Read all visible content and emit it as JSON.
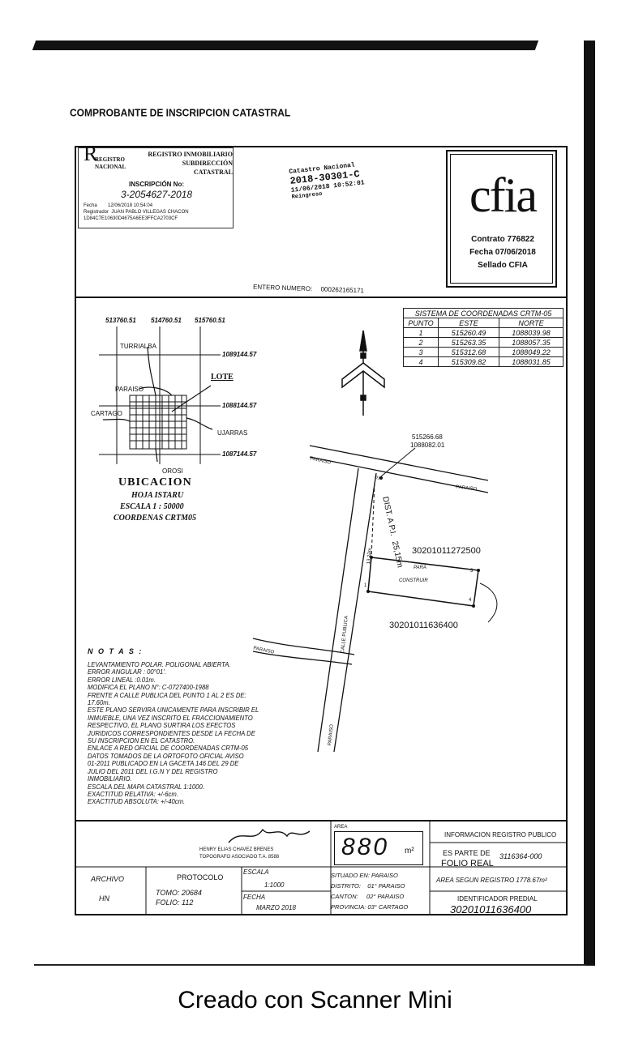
{
  "title": "COMPROBANTE DE INSCRIPCION CATASTRAL",
  "registro": {
    "logo_text": "REGISTRO NACIONAL",
    "heading": "REGISTRO INMOBILIARIO",
    "sub1": "SUBDIRECCIÓN",
    "sub2": "CATASTRAL",
    "inscripcion_label": "INSCRIPCIÓN No:",
    "inscripcion_no": "3-2054627-2018",
    "fecha_line": "Fecha        12/06/2018 10:54:04",
    "registrador_line": "Registrador  JUAN PABLO VILLEGAS CHACON",
    "hash_line": "1D84C7E10630D4675A6EE3FFCA2703CF"
  },
  "catastro_stamp": {
    "line1": "Catastro Nacional",
    "line2": "2018-30301-C",
    "line3": "11/06/2018 10:52:01",
    "line4": "Reingreso"
  },
  "cfia": {
    "logo": "cfia",
    "contrato": "Contrato 776822",
    "fecha": "Fecha 07/06/2018",
    "sellado": "Sellado CFIA"
  },
  "entero": {
    "label": "ENTERO NUMERO:",
    "value": "000262165171"
  },
  "sistema": {
    "title": "SISTEMA DE COORDENADAS CRTM-05",
    "headers": [
      "PUNTO",
      "ESTE",
      "NORTE"
    ],
    "rows": [
      [
        "1",
        "515260.49",
        "1088039.98"
      ],
      [
        "2",
        "515263.35",
        "1088057.35"
      ],
      [
        "3",
        "515312.68",
        "1088049.22"
      ],
      [
        "4",
        "515309.82",
        "1088031.85"
      ]
    ]
  },
  "location_map": {
    "x_coords": [
      "513760.51",
      "514760.51",
      "515760.51"
    ],
    "y_coords": [
      "1089144.57",
      "1088144.57",
      "1087144.57"
    ],
    "places": {
      "turrialba": "TURRIALBA",
      "paraiso": "PARAISO",
      "cartago": "CARTAGO",
      "ujarras": "UJARRAS",
      "orosi": "OROSI"
    },
    "lote": "LOTE",
    "ubicacion": "UBICACION",
    "hoja": "HOJA ISTARU",
    "escala": "ESCALA 1 : 50000",
    "coordenadas": "COORDENAS CRTM05"
  },
  "site_plan": {
    "pi_coord_e": "515266.68",
    "pi_coord_n": "1088082.01",
    "pi_label": "P.I.",
    "dist_label": "DIST. A P.I.",
    "dist_value": "25,15m",
    "frente": "13.23m",
    "lot_top_id": "30201011272500",
    "lot_bottom_id": "30201011636400",
    "para": "PARA",
    "construir": "CONSTRUIR",
    "paraiso": "PARAISO",
    "calle": "CALLE PUBLICA",
    "points": [
      "1",
      "2",
      "3",
      "4"
    ]
  },
  "notas": {
    "heading": "N O T A S :",
    "body": "LEVANTAMIENTO POLAR. POLIGONAL ABIERTA.\nERROR ANGULAR : 00°01'.\nERROR LINEAL :0.01m.\nMODIFICA EL PLANO N°: C-0727400-1988\nFRENTE A CALLE PUBLICA DEL PUNTO 1 AL 2 ES DE:\n17.60m.\nESTE PLANO SERVIRA UNICAMENTE PARA INSCRIBIR EL\nINMUEBLE, UNA VEZ INSCRITO EL FRACCIONAMIENTO\nRESPECTIVO, EL PLANO SURTIRA LOS EFECTOS\nJURIDICOS CORRESPONDIENTES DESDE LA FECHA DE\nSU INSCRIPCION EN EL CATASTRO.\nENLACE A RED OFICIAL DE COORDENADAS CRTM-05\nDATOS TOMADOS DE LA ORTOFOTO OFICIAL AVISO\n01-2011 PUBLICADO EN LA GACETA 146 DEL 29 DE\nJULIO DEL 2011 DEL I.G.N Y DEL REGISTRO\nINMOBILIARIO.\nESCALA DEL MAPA CATASTRAL 1:1000.\nEXACTITUD RELATIVA: +/-6cm.\nEXACTITUD ABSOLUTA: +/-40cm."
  },
  "signature": {
    "name": "HENRY ELIAS CHAVEZ BRENES",
    "role": "TOPOGRAFO ASOCIADO T.A. 8588"
  },
  "area": {
    "label": "AREA",
    "value": "880",
    "unit": "m²"
  },
  "info_registro": {
    "title": "INFORMACION REGISTRO PUBLICO",
    "folio_label1": "ES PARTE DE",
    "folio_label2": "FOLIO REAL",
    "folio_value": "3116364-000",
    "area_registro": "AREA SEGUN REGISTRO  1778.67m²",
    "identificador_label": "IDENTIFICADOR PREDIAL",
    "identificador_value": "30201011636400"
  },
  "bottom": {
    "archivo_label": "ARCHIVO",
    "archivo_value": "HN",
    "protocolo_label": "PROTOCOLO",
    "tomo": "TOMO: 20684",
    "folio": "FOLIO: 112",
    "escala_label": "ESCALA",
    "escala_value": "1:1000",
    "fecha_label": "FECHA",
    "fecha_value": "MARZO 2018",
    "situado": "SITUADO EN: PARAISO",
    "distrito": "DISTRITO:    01° PARAISO",
    "canton": "CANTON:     02° PARAISO",
    "provincia": "PROVINCIA: 03° CARTAGO"
  },
  "footer": "Creado con Scanner Mini"
}
